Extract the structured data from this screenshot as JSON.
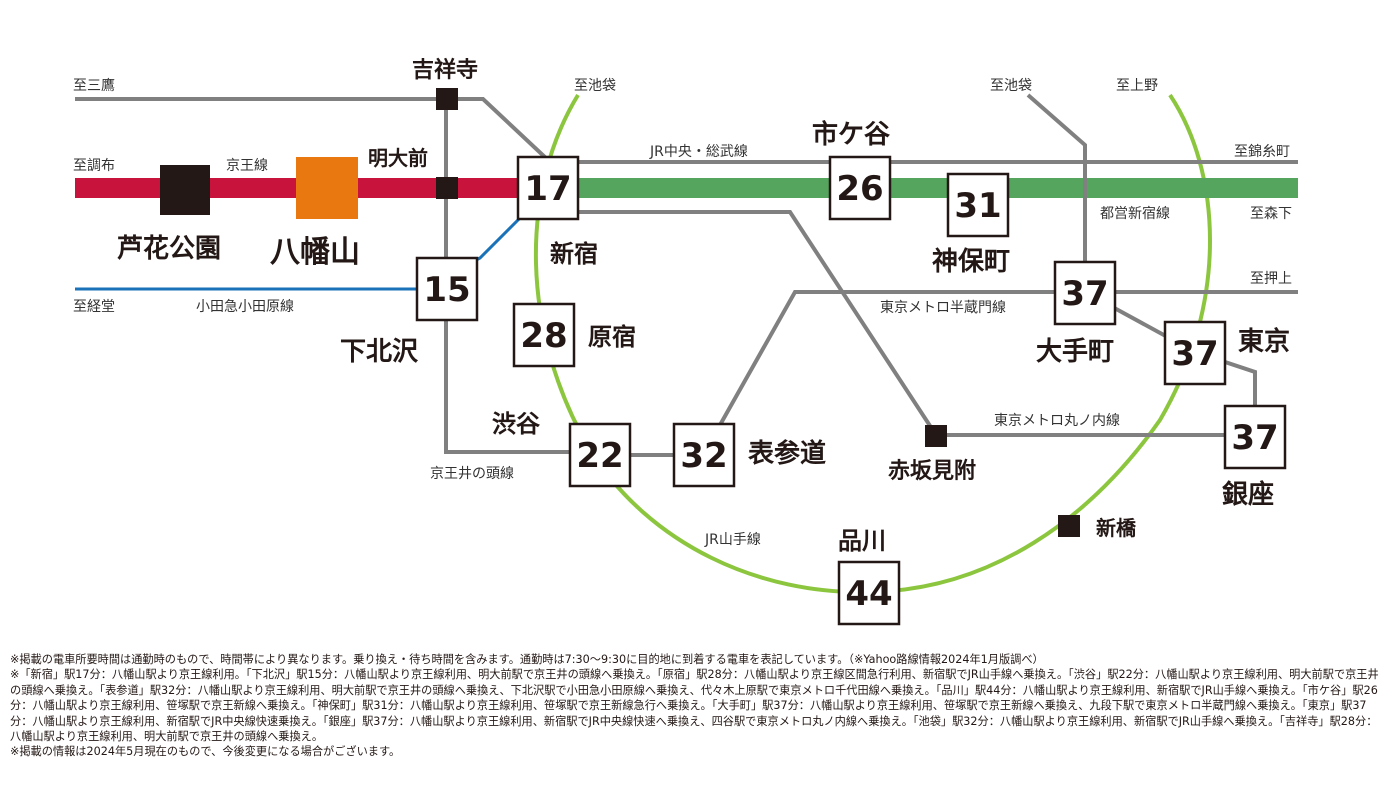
{
  "colors": {
    "keio": "#c8143c",
    "shinjuku_line": "#56a55f",
    "yamanote": "#8cc63f",
    "odakyu": "#1a72b9",
    "gray": "#808080",
    "yawata": "#e8780f",
    "station": "#231815"
  },
  "stations": {
    "kichijoji": "吉祥寺",
    "meidaimae": "明大前",
    "rokakoen": "芦花公園",
    "yawatayama": "八幡山",
    "shinjuku": "新宿",
    "shinjuku_min": "17",
    "shimokitazawa": "下北沢",
    "shimokitazawa_min": "15",
    "harajuku": "原宿",
    "harajuku_min": "28",
    "shibuya": "渋谷",
    "shibuya_min": "22",
    "omotesando": "表参道",
    "omotesando_min": "32",
    "ichigaya": "市ケ谷",
    "ichigaya_min": "26",
    "jimbocho": "神保町",
    "jimbocho_min": "31",
    "otemachi": "大手町",
    "otemachi_min": "37",
    "tokyo": "東京",
    "tokyo_min": "37",
    "ginza": "銀座",
    "ginza_min": "37",
    "akasakamitsuke": "赤坂見附",
    "shimbashi": "新橋",
    "shinagawa": "品川",
    "shinagawa_min": "44"
  },
  "labels": {
    "to_mitaka": "至三鷹",
    "to_chofu": "至調布",
    "keio_line": "京王線",
    "to_kyodo": "至経堂",
    "odakyu_line": "小田急小田原線",
    "to_ikebukuro_1": "至池袋",
    "to_ikebukuro_2": "至池袋",
    "to_ueno": "至上野",
    "chuo_sobu": "JR中央・総武線",
    "to_kinshicho": "至錦糸町",
    "toei_shinjuku": "都営新宿線",
    "to_morishita": "至森下",
    "to_oshiage": "至押上",
    "hanzomon": "東京メトロ半蔵門線",
    "marunouchi": "東京メトロ丸ノ内線",
    "inokashira": "京王井の頭線",
    "yamanote": "JR山手線"
  },
  "notes": [
    "※掲載の電車所要時間は通勤時のもので、時間帯により異なります。乗り換え・待ち時間を含みます。通勤時は7:30～9:30に目的地に到着する電車を表記しています。（※Yahoo路線情報2024年1月版調べ）",
    "※「新宿」駅17分：八幡山駅より京王線利用。「下北沢」駅15分：八幡山駅より京王線利用、明大前駅で京王井の頭線へ乗換え。「原宿」駅28分：八幡山駅より京王線区間急行利用、新宿駅でJR山手線へ乗換え。「渋谷」駅22分：八幡山駅より京王線利用、明大前駅で京王井の頭線へ乗換え。「表参道」駅32分：八幡山駅より京王線利用、明大前駅で京王井の頭線へ乗換え、下北沢駅で小田急小田原線へ乗換え、代々木上原駅で東京メトロ千代田線へ乗換え。「品川」駅44分：八幡山駅より京王線利用、新宿駅でJR山手線へ乗換え。「市ケ谷」駅26分：八幡山駅より京王線利用、笹塚駅で京王新線へ乗換え。「神保町」駅31分：八幡山駅より京王線利用、笹塚駅で京王新線急行へ乗換え。「大手町」駅37分：八幡山駅より京王線利用、笹塚駅で京王新線へ乗換え、九段下駅で東京メトロ半蔵門線へ乗換え。「東京」駅37分：八幡山駅より京王線利用、新宿駅でJR中央線快速乗換え。「銀座」駅37分：八幡山駅より京王線利用、新宿駅でJR中央線快速へ乗換え、四谷駅で東京メトロ丸ノ内線へ乗換え。「池袋」駅32分：八幡山駅より京王線利用、新宿駅でJR山手線へ乗換え。「吉祥寺」駅28分：八幡山駅より京王線利用、明大前駅で京王井の頭線へ乗換え。",
    "※掲載の情報は2024年5月現在のもので、今後変更になる場合がございます。"
  ]
}
